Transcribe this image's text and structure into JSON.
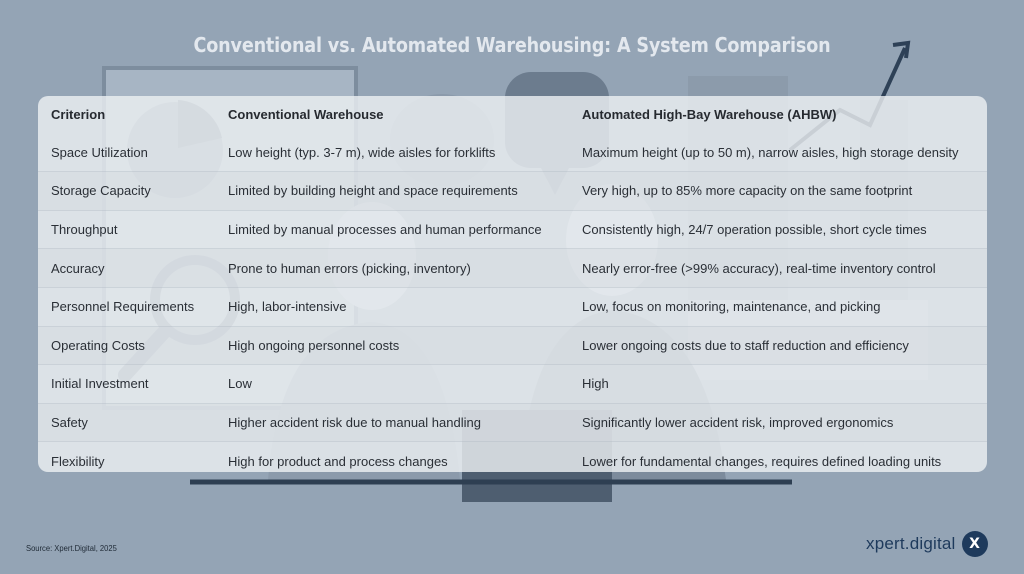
{
  "title": "Conventional vs. Automated Warehousing: A System Comparison",
  "background_icons": [
    "pie-chart-icon",
    "document-icon",
    "magnifier-icon",
    "speech-bubble-q-icon",
    "speech-bubble-a-icon",
    "warehouse-building-icon",
    "trend-arrow-icon",
    "person-woman-icon",
    "person-man-icon",
    "laptop-icon"
  ],
  "table": {
    "headers": [
      "Criterion",
      "Conventional Warehouse",
      "Automated High-Bay Warehouse (AHBW)"
    ],
    "rows": [
      [
        "Space Utilization",
        "Low height (typ. 3-7 m), wide aisles for forklifts",
        "Maximum height (up to 50 m), narrow aisles, high storage density"
      ],
      [
        "Storage Capacity",
        "Limited by building height and space requirements",
        "Very high, up to 85% more capacity on the same footprint"
      ],
      [
        "Throughput",
        "Limited by manual processes and human performance",
        "Consistently high, 24/7 operation possible, short cycle times"
      ],
      [
        "Accuracy",
        "Prone to human errors (picking, inventory)",
        "Nearly error-free (>99% accuracy), real-time inventory control"
      ],
      [
        "Personnel Requirements",
        "High, labor-intensive",
        "Low, focus on monitoring, maintenance, and picking"
      ],
      [
        "Operating Costs",
        "High ongoing personnel costs",
        "Lower ongoing costs due to staff reduction and efficiency"
      ],
      [
        "Initial Investment",
        "Low",
        "High"
      ],
      [
        "Safety",
        "Higher accident risk due to manual handling",
        "Significantly lower accident risk, improved ergonomics"
      ],
      [
        "Flexibility",
        "High for product and process changes",
        "Lower for fundamental changes, requires defined loading units"
      ]
    ]
  },
  "source": "Source: Xpert.Digital, 2025",
  "brand": {
    "name": "xpert.digital",
    "badge": "X"
  },
  "colors": {
    "background": "#94a4b5",
    "brand": "#1e3a5c",
    "title": "#e3e8ee"
  }
}
